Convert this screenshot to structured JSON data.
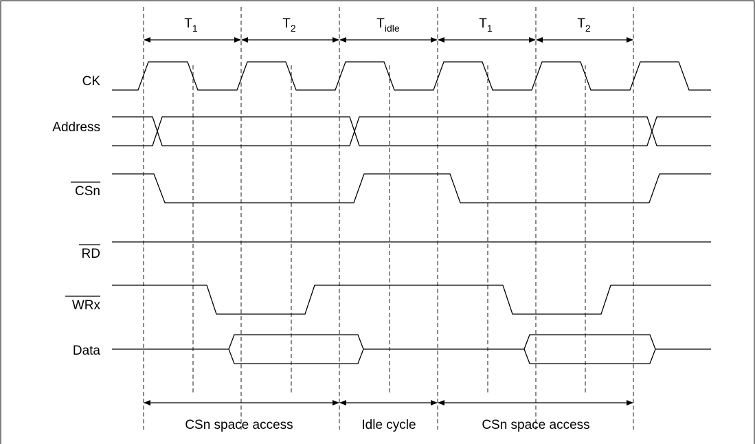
{
  "phases_top": [
    {
      "main": "T",
      "sub": "1"
    },
    {
      "main": "T",
      "sub": "2"
    },
    {
      "main": "T",
      "sub": "idle"
    },
    {
      "main": "T",
      "sub": "1"
    },
    {
      "main": "T",
      "sub": "2"
    }
  ],
  "phases_bottom": [
    "CSn space access",
    "Idle cycle",
    "CSn space access"
  ],
  "signals": {
    "ck": "CK",
    "address": "Address",
    "csn": "CSn",
    "rd": "RD",
    "wrx": "WRx",
    "data": "Data"
  },
  "active_low_signals": [
    "CSn",
    "RD",
    "WRx"
  ]
}
